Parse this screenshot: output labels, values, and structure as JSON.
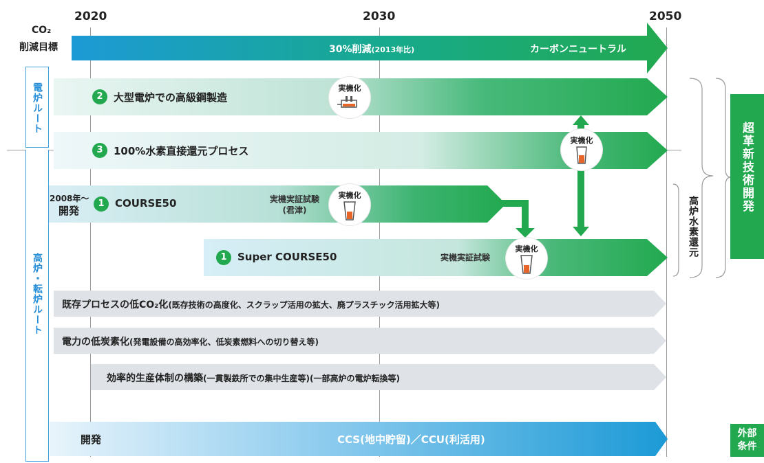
{
  "years": [
    "2020",
    "2030",
    "2050"
  ],
  "target": {
    "label_line1": "CO₂",
    "label_line2": "削減目標",
    "mid_text": "30%削減",
    "mid_note": "(2013年比)",
    "end_text": "カーボンニュートラル"
  },
  "routes": {
    "electric": "電炉ルート",
    "blast": "高炉・転炉ルート"
  },
  "tech": [
    {
      "num": "2",
      "label": "大型電炉での高級鋼製造"
    },
    {
      "num": "3",
      "label": "100%水素直接還元プロセス"
    },
    {
      "num": "1",
      "label": "COURSE50",
      "since": "2008年～",
      "since2": "開発",
      "trial": "実機実証試験",
      "trial2": "(君津)"
    },
    {
      "num": "1",
      "label": "Super COURSE50",
      "trial": "実機実証試験"
    }
  ],
  "practical": "実機化",
  "existing": [
    {
      "label": "既存プロセスの低CO₂化",
      "note": "(既存技術の高度化、スクラップ活用の拡大、廃プラスチック活用拡大等)"
    },
    {
      "label": "電力の低炭素化",
      "note": "(発電設備の高効率化、低炭素燃料への切り替え等)"
    },
    {
      "label": "効率的生産体制の構築",
      "note": "(一貫製鉄所での集中生産等)(一部高炉の電炉転換等)"
    }
  ],
  "ccs": {
    "left": "開発",
    "center": "CCS(地中貯留)／CCU(利活用)"
  },
  "bracket_blast": "高炉水素還元",
  "side_super": "超革新技術開発",
  "side_external": "外部条件",
  "colors": {
    "green": "#22a94f",
    "blue": "#1c9ad6",
    "gray": "#dfe3e8",
    "route_blue": "#3b9fe0"
  }
}
